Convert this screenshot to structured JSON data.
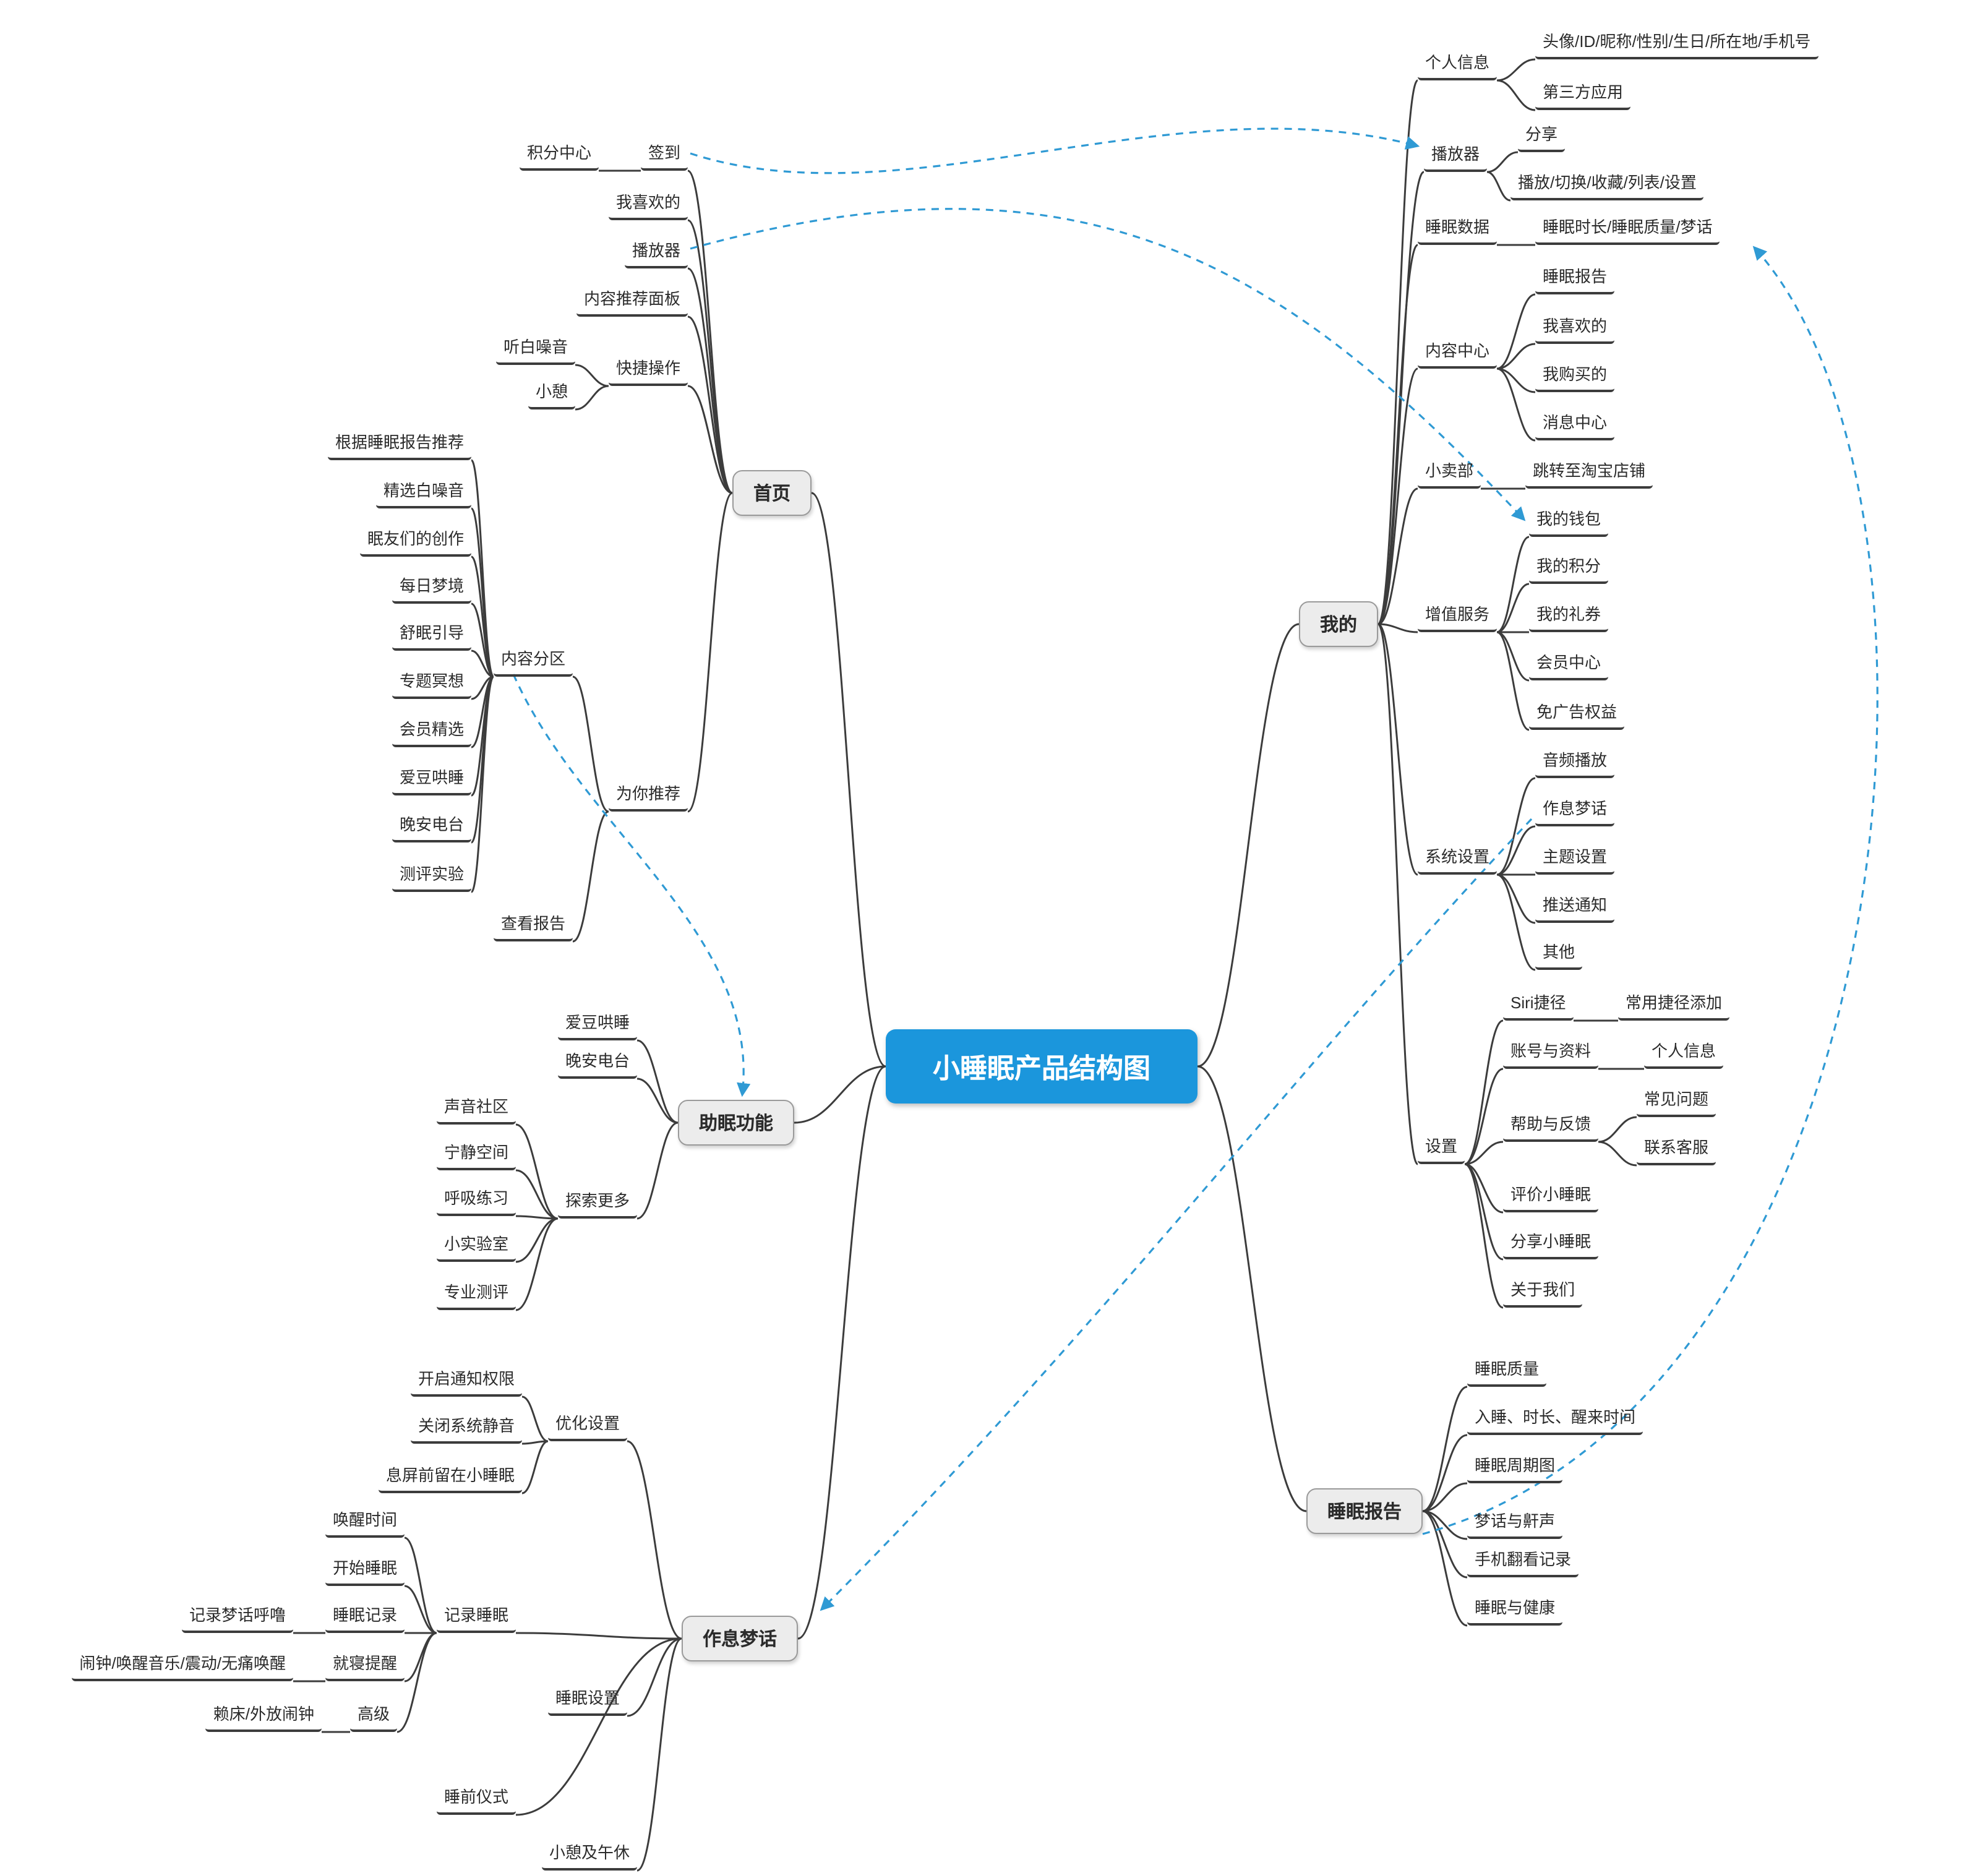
{
  "colors": {
    "center_bg": "#1b96dc",
    "center_text": "#ffffff",
    "line": "#3c3c3c",
    "dashed_link": "#2f9ad4",
    "topic_bg": "#ececec",
    "topic_border": "#9a9a9a"
  },
  "tree": {
    "center": "小睡眠产品结构图",
    "home": {
      "label": "首页",
      "checkin": {
        "label": "签到",
        "points_center": "积分中心"
      },
      "my_likes": "我喜欢的",
      "player": "播放器",
      "recommend_panel": "内容推荐面板",
      "quick_ops": {
        "label": "快捷操作",
        "white_noise": "听白噪音",
        "nap": "小憩"
      },
      "for_you": {
        "label": "为你推荐",
        "zones": {
          "label": "内容分区",
          "items": [
            "根据睡眠报告推荐",
            "精选白噪音",
            "眠友们的创作",
            "每日梦境",
            "舒眠引导",
            "专题冥想",
            "会员精选",
            "爱豆哄睡",
            "晚安电台",
            "测评实验"
          ]
        },
        "view_report": "查看报告"
      }
    },
    "sleep_aid": {
      "label": "助眠功能",
      "idol": "爱豆哄睡",
      "radio": "晚安电台",
      "explore": {
        "label": "探索更多",
        "items": [
          "声音社区",
          "宁静空间",
          "呼吸练习",
          "小实验室",
          "专业测评"
        ]
      }
    },
    "routine": {
      "label": "作息梦话",
      "optimize": {
        "label": "优化设置",
        "items": [
          "开启通知权限",
          "关闭系统静音",
          "息屏前留在小睡眠"
        ]
      },
      "record": {
        "label": "记录睡眠",
        "wake_time": "唤醒时间",
        "start_sleep": "开始睡眠",
        "sleep_record": {
          "label": "睡眠记录",
          "talk_snore": "记录梦话呼噜"
        },
        "bed_remind": {
          "label": "就寝提醒",
          "alarm": "闹钟/唤醒音乐/震动/无痛唤醒"
        },
        "advanced": {
          "label": "高级",
          "snooze": "赖床/外放闹钟"
        }
      },
      "sleep_settings": "睡眠设置",
      "ritual": "睡前仪式",
      "nap_noon": "小憩及午休"
    },
    "mine": {
      "label": "我的",
      "profile": {
        "label": "个人信息",
        "fields": "头像/ID/昵称/性别/生日/所在地/手机号",
        "third_party": "第三方应用"
      },
      "player": {
        "label": "播放器",
        "share": "分享",
        "controls": "播放/切换/收藏/列表/设置"
      },
      "sleep_data": {
        "label": "睡眠数据",
        "metrics": "睡眠时长/睡眠质量/梦话"
      },
      "content_center": {
        "label": "内容中心",
        "items": [
          "睡眠报告",
          "我喜欢的",
          "我购买的",
          "消息中心"
        ]
      },
      "shop": {
        "label": "小卖部",
        "taobao": "跳转至淘宝店铺"
      },
      "value_added": {
        "label": "增值服务",
        "items": [
          "我的钱包",
          "我的积分",
          "我的礼券",
          "会员中心",
          "免广告权益"
        ]
      },
      "system": {
        "label": "系统设置",
        "items": [
          "音频播放",
          "作息梦话",
          "主题设置",
          "推送通知",
          "其他"
        ]
      },
      "settings": {
        "label": "设置",
        "siri": {
          "label": "Siri捷径",
          "add": "常用捷径添加"
        },
        "account": {
          "label": "账号与资料",
          "profile": "个人信息"
        },
        "help": {
          "label": "帮助与反馈",
          "faq": "常见问题",
          "contact": "联系客服"
        },
        "rate": "评价小睡眠",
        "share_app": "分享小睡眠",
        "about": "关于我们"
      }
    },
    "report": {
      "label": "睡眠报告",
      "items": [
        "睡眠质量",
        "入睡、时长、醒来时间",
        "睡眠周期图",
        "梦话与鼾声",
        "手机翻看记录",
        "睡眠与健康"
      ]
    }
  }
}
